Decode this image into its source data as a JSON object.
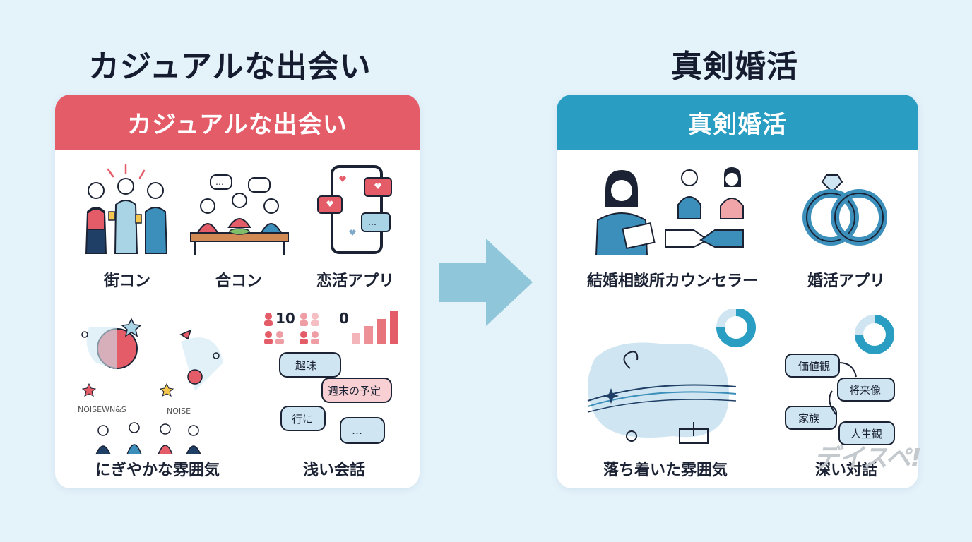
{
  "left": {
    "title": "カジュアルな出会い",
    "header": "カジュアルな出会い",
    "items": [
      {
        "label": "街コン",
        "icon": "group-drinking-icon"
      },
      {
        "label": "合コン",
        "icon": "group-dinner-icon"
      },
      {
        "label": "恋活アプリ",
        "icon": "dating-app-phone-icon"
      },
      {
        "label": "にぎやかな雰囲気",
        "icon": "lively-party-icon",
        "noise_texts": [
          "NOISEWN&S",
          "NOISE"
        ]
      },
      {
        "label": "浅い会話",
        "icon": "shallow-chat-icon",
        "counter_people": "10",
        "counter_bars": "0",
        "bubbles": [
          "趣味",
          "週末の予定",
          "行に",
          "…"
        ]
      }
    ],
    "accent_color": "#e45c68"
  },
  "right": {
    "title": "真剣婚活",
    "header": "真剣婚活",
    "items": [
      {
        "label": "結婚相談所カウンセラー",
        "icon": "counselor-handshake-icon"
      },
      {
        "label": "婚活アプリ",
        "icon": "wedding-rings-icon"
      },
      {
        "label": "落ち着いた雰囲気",
        "icon": "calm-atmosphere-icon"
      },
      {
        "label": "深い対話",
        "icon": "deep-dialogue-icon",
        "bubbles": [
          "価値観",
          "将来像",
          "家族",
          "人生観"
        ]
      }
    ],
    "accent_color": "#2a9ec2"
  },
  "arrow_icon": "right-arrow-icon",
  "watermark": "デイスペ!"
}
